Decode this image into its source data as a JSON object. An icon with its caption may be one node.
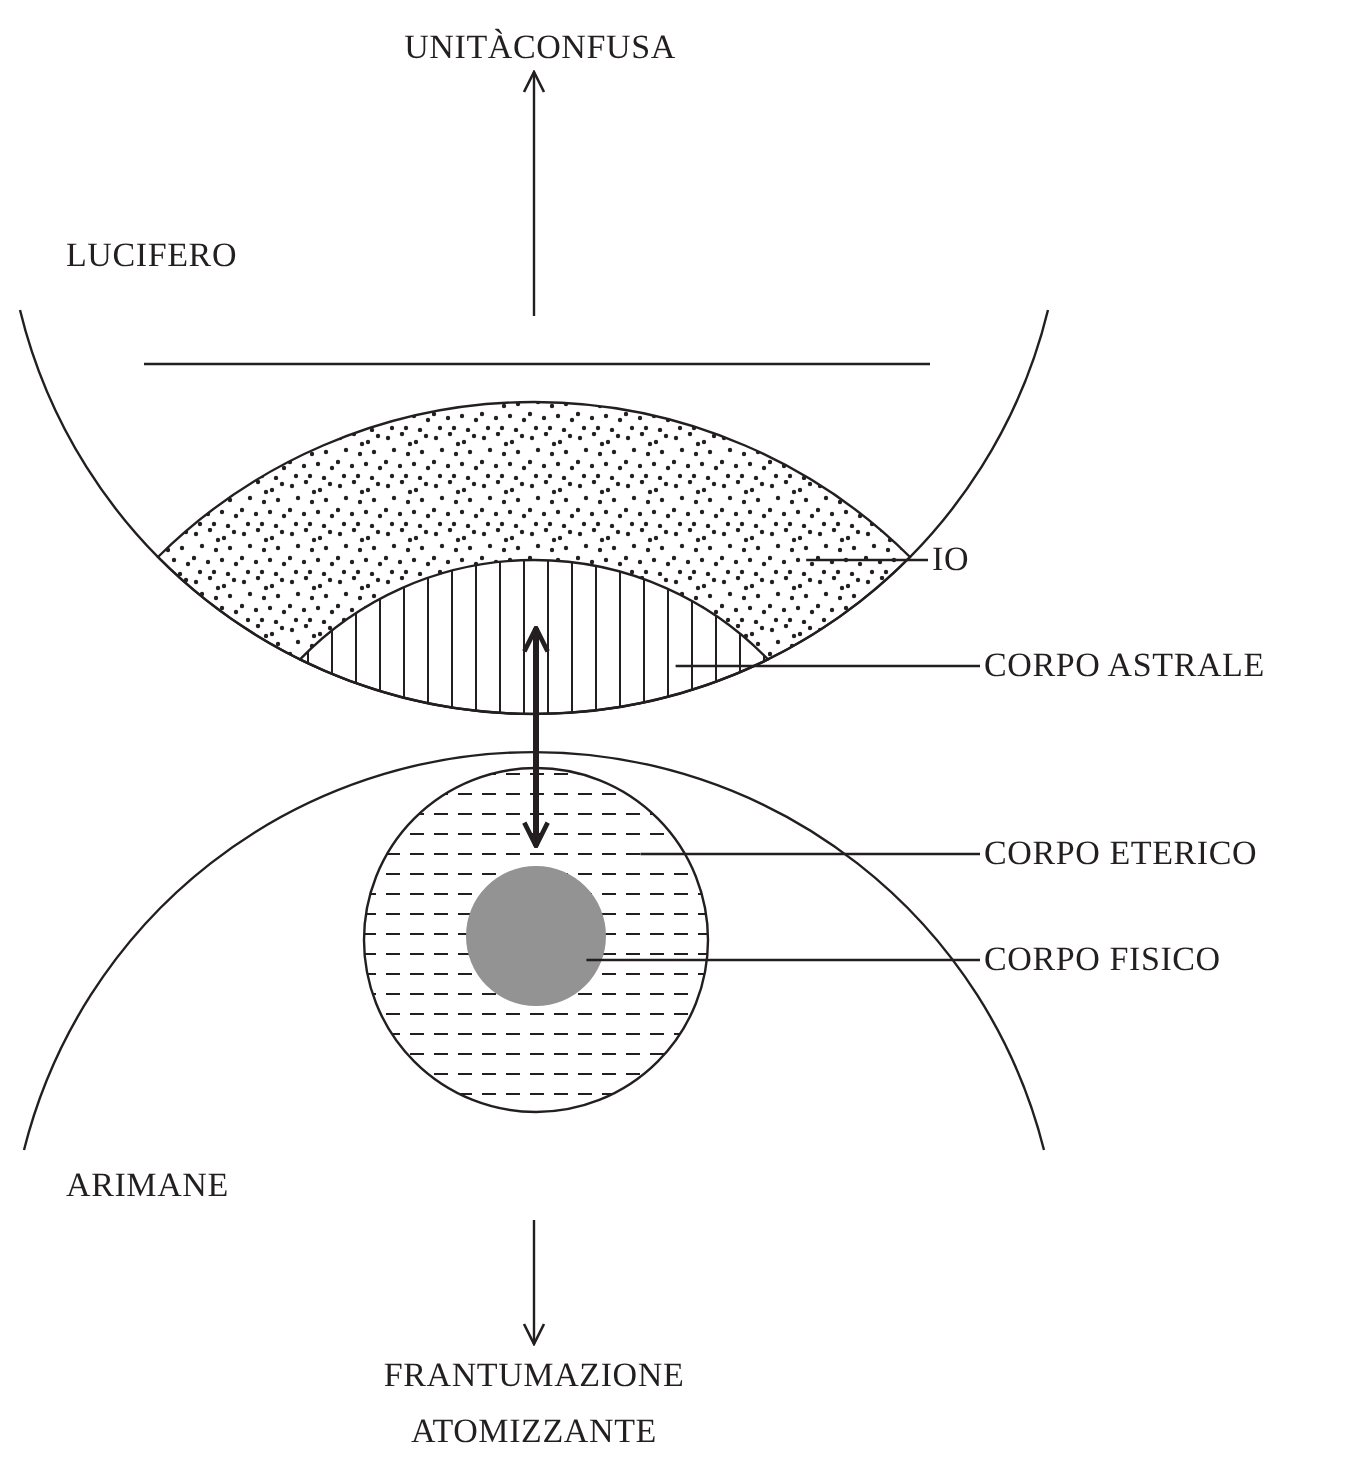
{
  "diagram": {
    "nodes": [
      {
        "text": [
          "UNITÀCONFUSA"
        ]
      },
      {
        "text": [
          "LUCIFERO"
        ]
      },
      {
        "text": [
          "IO"
        ]
      },
      {
        "text": [
          "CORPO ASTRALE"
        ]
      },
      {
        "text": [
          "CORPO ETERICO"
        ]
      },
      {
        "text": [
          "CORPO FISICO"
        ]
      },
      {
        "text": [
          "ARIMANE"
        ]
      },
      {
        "text": [
          "FRANTUMAZIONE ATOMIZZANTE"
        ]
      },
      {
        "text": [],
        "shape": "lens"
      },
      {
        "text": [],
        "shape": "lens",
        "in": 8
      },
      {
        "text": [],
        "shape": "circle"
      },
      {
        "text": [],
        "shape": "circle",
        "in": 10
      }
    ],
    "edges": [
      {
        "from": null,
        "to": 0,
        "arrow": "to"
      },
      {
        "from": 2,
        "to": 8,
        "arrow": "none"
      },
      {
        "from": 3,
        "to": 9,
        "arrow": "none"
      },
      {
        "from": 9,
        "to": 11,
        "arrow": "both",
        "style": "thick"
      },
      {
        "from": 4,
        "to": 10,
        "arrow": "none"
      },
      {
        "from": 5,
        "to": 11,
        "arrow": "none"
      },
      {
        "from": null,
        "to": 7,
        "arrow": "to"
      }
    ]
  }
}
